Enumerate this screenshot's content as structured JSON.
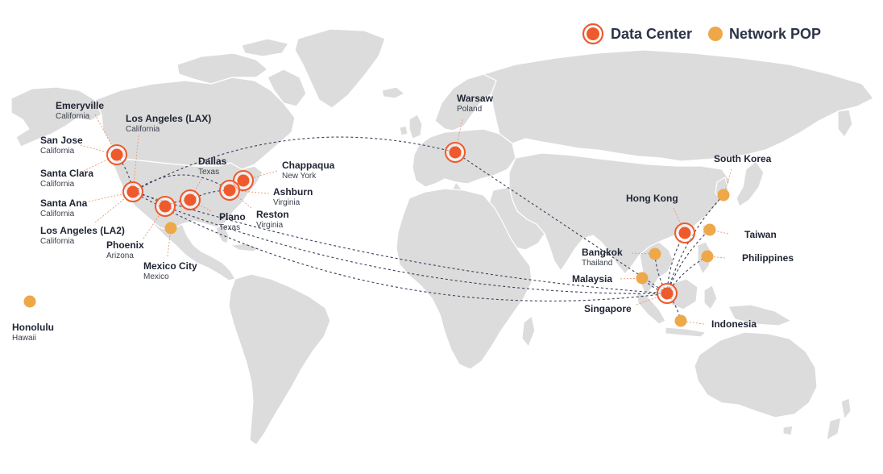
{
  "legend": {
    "data_center_label": "Data Center",
    "network_pop_label": "Network POP"
  },
  "colors": {
    "data_center": "#ee5a2c",
    "network_pop": "#eea848",
    "land": "#dcdcdc",
    "route": "#3b3f5c",
    "leader": "#f08a62"
  },
  "locations": {
    "emeryville": {
      "name": "Emeryville",
      "sub": "California",
      "type": "data_center"
    },
    "san_jose": {
      "name": "San Jose",
      "sub": "California",
      "type": "data_center"
    },
    "santa_clara": {
      "name": "Santa Clara",
      "sub": "California",
      "type": "data_center"
    },
    "los_angeles_lax": {
      "name": "Los Angeles (LAX)",
      "sub": "California",
      "type": "data_center"
    },
    "santa_ana": {
      "name": "Santa Ana",
      "sub": "California",
      "type": "data_center"
    },
    "los_angeles_la2": {
      "name": "Los Angeles (LA2)",
      "sub": "California",
      "type": "data_center"
    },
    "phoenix": {
      "name": "Phoenix",
      "sub": "Arizona",
      "type": "data_center"
    },
    "mexico_city": {
      "name": "Mexico City",
      "sub": "Mexico",
      "type": "network_pop"
    },
    "dallas": {
      "name": "Dallas",
      "sub": "Texas",
      "type": "data_center"
    },
    "plano": {
      "name": "Plano",
      "sub": "Texas",
      "type": "data_center"
    },
    "chappaqua": {
      "name": "Chappaqua",
      "sub": "New York",
      "type": "data_center"
    },
    "ashburn": {
      "name": "Ashburn",
      "sub": "Virginia",
      "type": "data_center"
    },
    "reston": {
      "name": "Reston",
      "sub": "Virginia",
      "type": "data_center"
    },
    "honolulu": {
      "name": "Honolulu",
      "sub": "Hawaii",
      "type": "network_pop"
    },
    "warsaw": {
      "name": "Warsaw",
      "sub": "Poland",
      "type": "data_center"
    },
    "south_korea": {
      "name": "South Korea",
      "sub": "",
      "type": "network_pop"
    },
    "hong_kong": {
      "name": "Hong Kong",
      "sub": "",
      "type": "data_center"
    },
    "taiwan": {
      "name": "Taiwan",
      "sub": "",
      "type": "network_pop"
    },
    "philippines": {
      "name": "Philippines",
      "sub": "",
      "type": "network_pop"
    },
    "bangkok": {
      "name": "Bangkok",
      "sub": "Thailand",
      "type": "network_pop"
    },
    "malaysia": {
      "name": "Malaysia",
      "sub": "",
      "type": "network_pop"
    },
    "singapore": {
      "name": "Singapore",
      "sub": "",
      "type": "data_center"
    },
    "indonesia": {
      "name": "Indonesia",
      "sub": "",
      "type": "network_pop"
    }
  }
}
